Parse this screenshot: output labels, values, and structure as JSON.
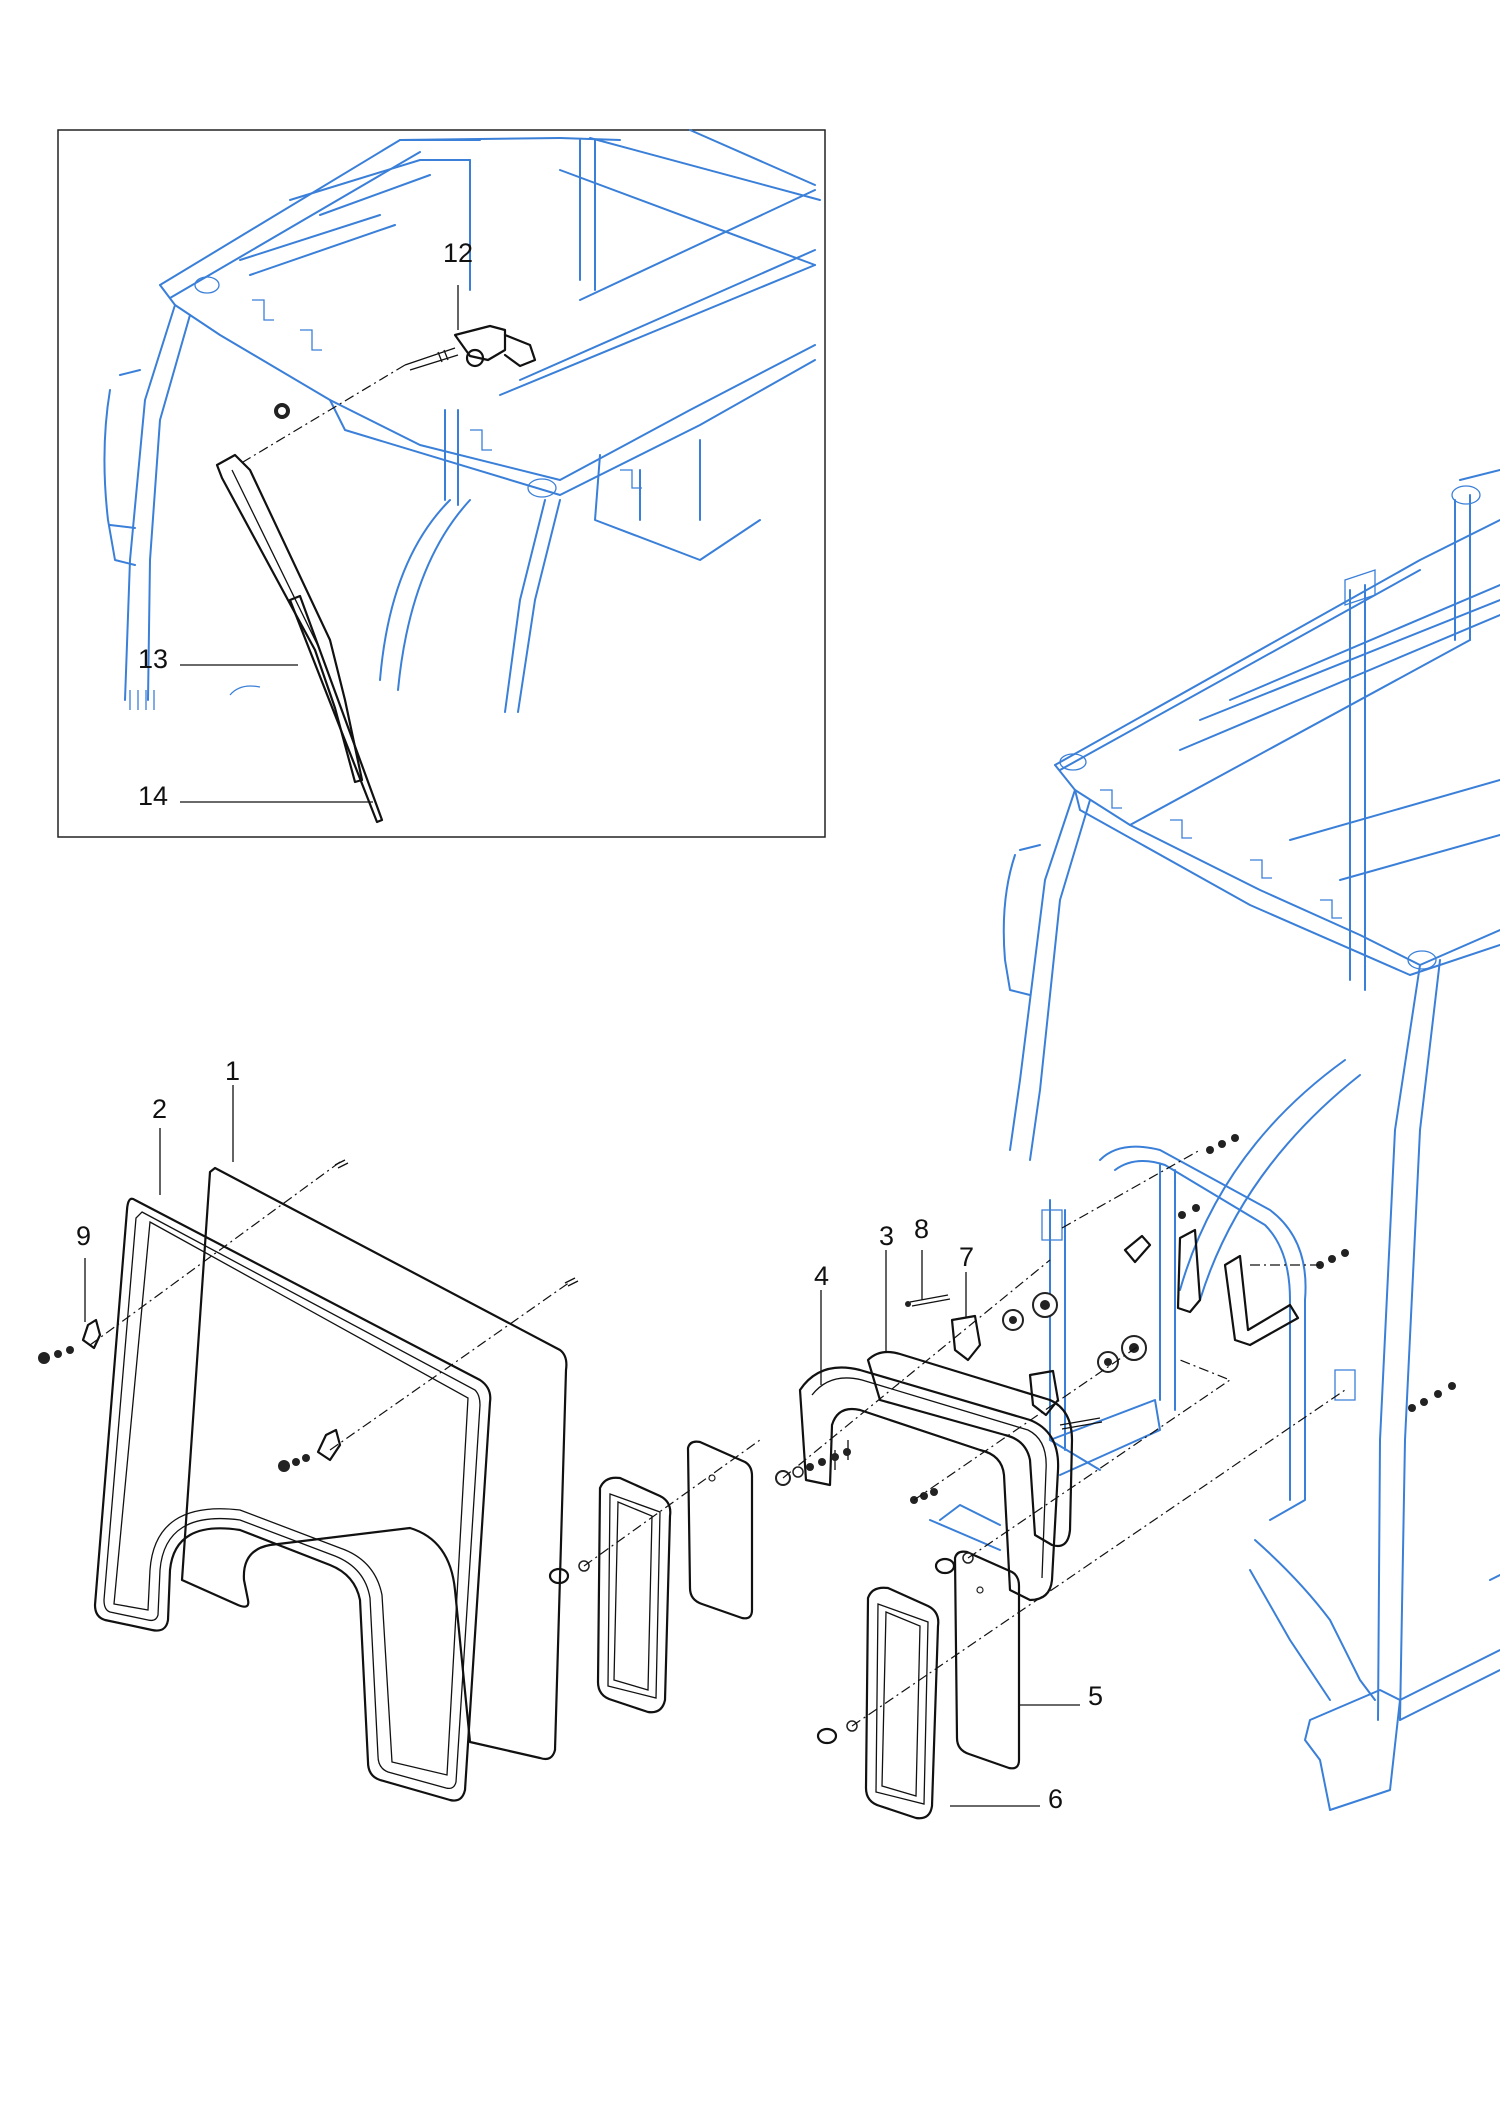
{
  "diagram": {
    "type": "exploded parts diagram",
    "colors": {
      "frame": "#3a7fd8",
      "ink": "#111111",
      "background": "#ffffff"
    },
    "inset": {
      "callouts": [
        "12",
        "13",
        "14"
      ]
    },
    "main": {
      "callouts": [
        "1",
        "2",
        "3",
        "4",
        "5",
        "6",
        "7",
        "8",
        "9"
      ]
    }
  }
}
